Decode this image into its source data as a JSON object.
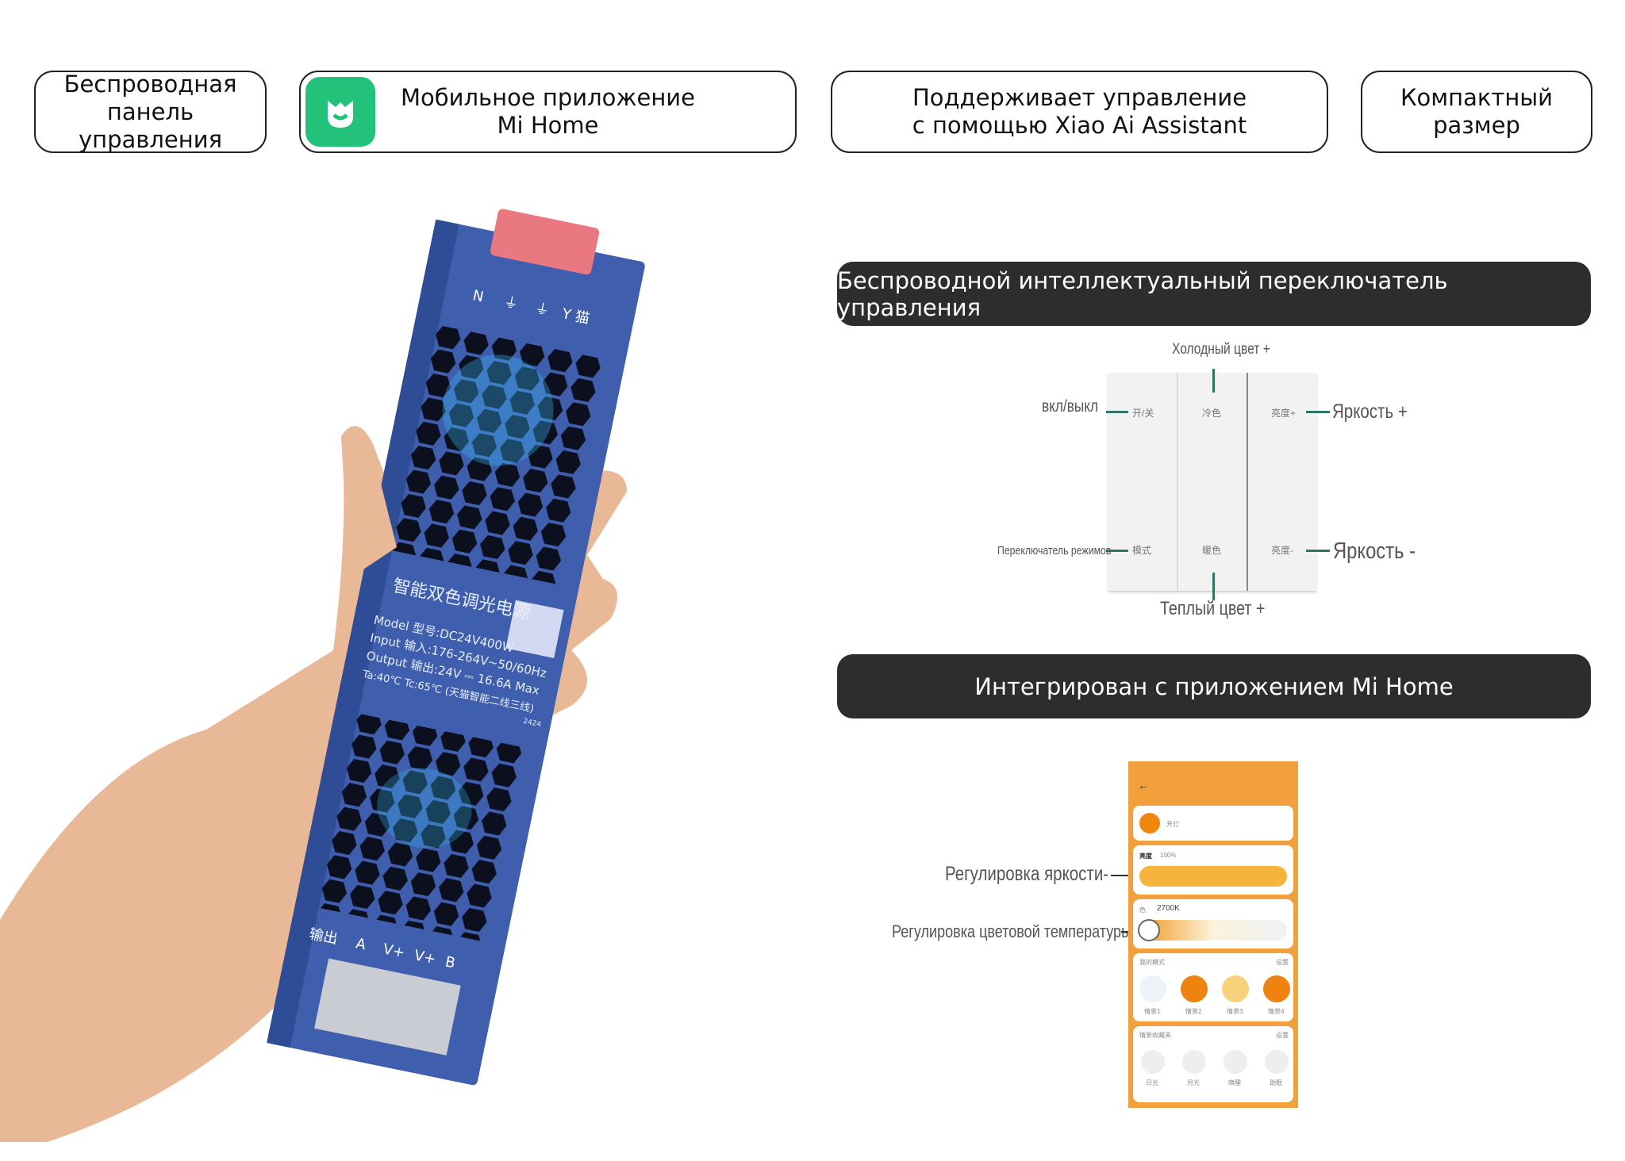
{
  "features": [
    {
      "label": "Беспроводная\nпанель управления"
    },
    {
      "label": "Мобильное приложение\nMi Home",
      "icon": "mi-home-icon"
    },
    {
      "label": "Поддерживает управление\nс помощью Xiao Ai Assistant"
    },
    {
      "label": "Компактный\nразмер"
    }
  ],
  "sections": {
    "switch_title": "Беспроводной интеллектуальный переключатель управления",
    "app_title": "Интегрирован с приложением Mi Home"
  },
  "switch": {
    "cold": "Холодный цвет +",
    "warm": "Теплый цвет +",
    "power": "вкл/выкл",
    "mode": "Переключатель режимов",
    "bright_up": "Яркость +",
    "bright_down": "Яркость -",
    "cn_power": "开/关",
    "cn_cold": "冷色",
    "cn_bup": "亮度+",
    "cn_mode": "模式",
    "cn_warm": "暖色",
    "cn_bdown": "亮度-"
  },
  "app": {
    "brightness_label": "Регулировка яркости-",
    "temp_label": "Регулировка цветовой температуры",
    "back": "←",
    "lamp": "开灯",
    "bright_cn": "亮度",
    "bright_val": "100%",
    "color_cn": "色",
    "temp_val": "2700K",
    "modes_cn": "我的模式",
    "settings_cn": "设置",
    "scenes": [
      "情景1",
      "情景2",
      "情景3",
      "情景4"
    ],
    "fav_cn": "情景收藏夹",
    "favs": [
      "日光",
      "月光",
      "唤醒",
      "助眠"
    ],
    "scene_colors": [
      "#eef3fa",
      "#f0820f",
      "#f8d27a",
      "#f0820f"
    ]
  },
  "device": {
    "title": "智能双色调光电源",
    "model": "Model 型号:DC24V400W",
    "input": "Input 输入:176-264V~50/60Hz",
    "output": "Output 输出:24V ⎓ 16.6A Max",
    "temp": "Ta:40℃ Tc:65℃ (天猫智能二线三线)",
    "code": "2424",
    "in_marks": [
      "N",
      "⏚",
      "⏚",
      "Y 猫"
    ],
    "out_marks": [
      "输出",
      "A",
      "V+",
      "V+",
      "B"
    ]
  }
}
